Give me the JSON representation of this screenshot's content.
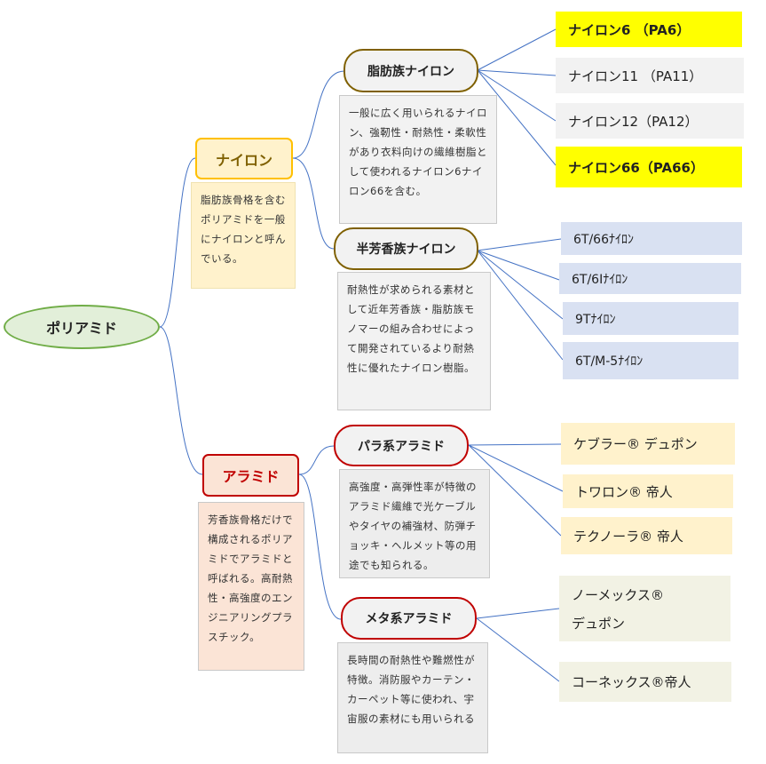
{
  "root": {
    "label": "ポリアミド"
  },
  "categories": {
    "nylon": {
      "label": "ナイロン",
      "note": "脂肪族骨格を含むポリアミドを一般にナイロンと呼んでいる。",
      "aliphatic": {
        "label": "脂肪族ナイロン",
        "note": "一般に広く用いられるナイロン、強靭性・耐熱性・柔軟性があり衣料向けの繊維樹脂として使われるナイロン6ナイロン66を含む。",
        "items": [
          "ナイロン6 （PA6）",
          "ナイロン11 （PA11）",
          "ナイロン12（PA12）",
          "ナイロン66（PA66）"
        ]
      },
      "semi_aromatic": {
        "label": "半芳香族ナイロン",
        "note": "耐熱性が求められる素材として近年芳香族・脂肪族モノマーの組み合わせによって開発されているより耐熱性に優れたナイロン樹脂。",
        "items": [
          "6T/66ﾅｲﾛﾝ",
          "6T/6Iﾅｲﾛﾝ",
          "9Tﾅｲﾛﾝ",
          "6T/M-5ﾅｲﾛﾝ"
        ]
      }
    },
    "aramid": {
      "label": "アラミド",
      "note": "芳香族骨格だけで構成されるポリアミドでアラミドと呼ばれる。高耐熱性・高強度のエンジニアリングプラスチック。",
      "para": {
        "label": "パラ系アラミド",
        "note": "高強度・高弾性率が特徴のアラミド繊維で光ケーブルやタイヤの補強材、防弾チョッキ・ヘルメット等の用途でも知られる。",
        "items": [
          "ケブラー® デュポン",
          "トワロン® 帝人",
          "テクノーラ® 帝人"
        ]
      },
      "meta": {
        "label": "メタ系アラミド",
        "note": "長時間の耐熱性や難燃性が特徴。消防服やカーテン・カーペット等に使われ、宇宙服の素材にも用いられる",
        "items": [
          "ノーメックス®\nデュポン",
          "コーネックス®帝人"
        ]
      }
    }
  },
  "colors": {
    "connector": "#4472c4"
  }
}
